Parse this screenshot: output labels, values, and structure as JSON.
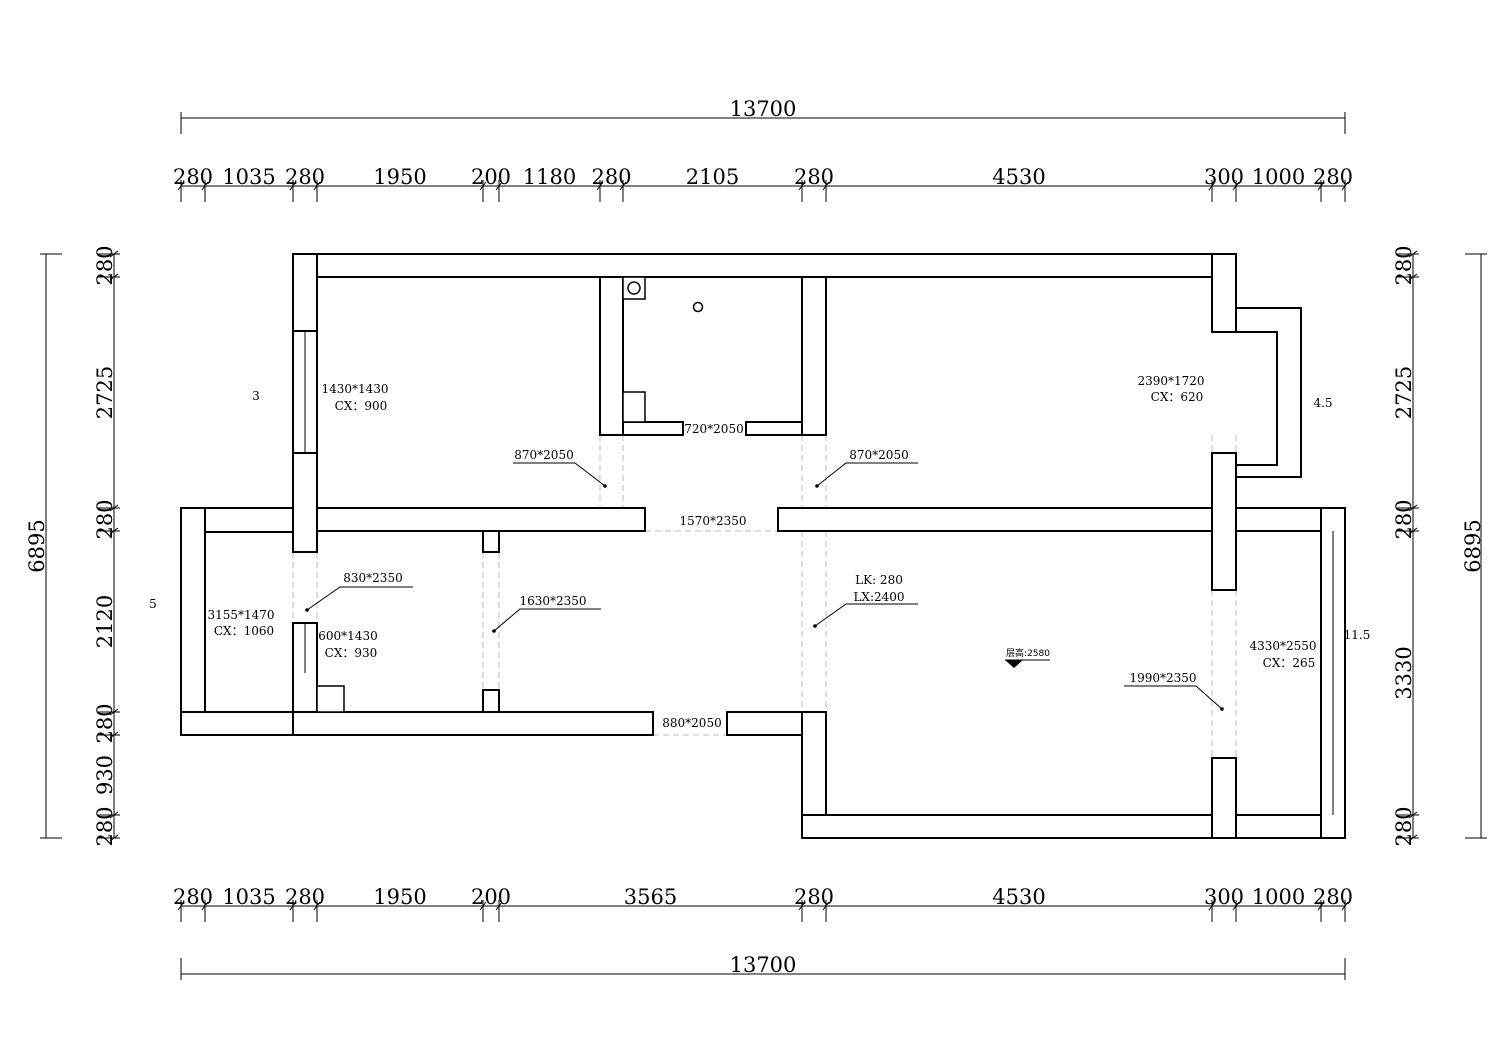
{
  "plan": {
    "overall_width": "13700",
    "overall_height": "6895",
    "top_segments": [
      "280",
      "1035",
      "280",
      "1950",
      "200",
      "1180",
      "280",
      "2105",
      "280",
      "4530",
      "300",
      "1000",
      "280"
    ],
    "bottom_segments": [
      "280",
      "1035",
      "280",
      "1950",
      "200",
      "3565",
      "280",
      "4530",
      "300",
      "1000",
      "280"
    ],
    "left_segments": [
      "280",
      "2725",
      "280",
      "2120",
      "280",
      "930",
      "280"
    ],
    "right_segments": [
      "280",
      "2725",
      "280",
      "3330",
      "280"
    ],
    "side_numbers": {
      "left_upper": "3",
      "left_lower": "5",
      "right_upper": "4.5",
      "right_lower": "11.5"
    },
    "window_labels": {
      "bedroom_left": {
        "size": "1430*1430",
        "sill": "CX：900"
      },
      "bedroom_right": {
        "size": "2390*1720",
        "sill": "CX：620"
      },
      "west_room": {
        "size": "3155*1470",
        "sill": "CX：1060"
      },
      "bath": {
        "size": "600*1430",
        "sill": "CX：930"
      },
      "living_east": {
        "size": "4330*2550",
        "sill": "CX：265"
      }
    },
    "door_labels": {
      "utility": "720*2050",
      "bedroom_left_door": "870*2050",
      "bedroom_right_door": "870*2050",
      "corridor_opening": "1570*2350",
      "bath_door": "830*2350",
      "hall_opening": "1630*2350",
      "entry_door": "880*2050",
      "balcony_opening": "1990*2350",
      "beam_lk": "LK: 280",
      "beam_lx": "LX:2400"
    },
    "ceiling_height": "层高:2580"
  }
}
